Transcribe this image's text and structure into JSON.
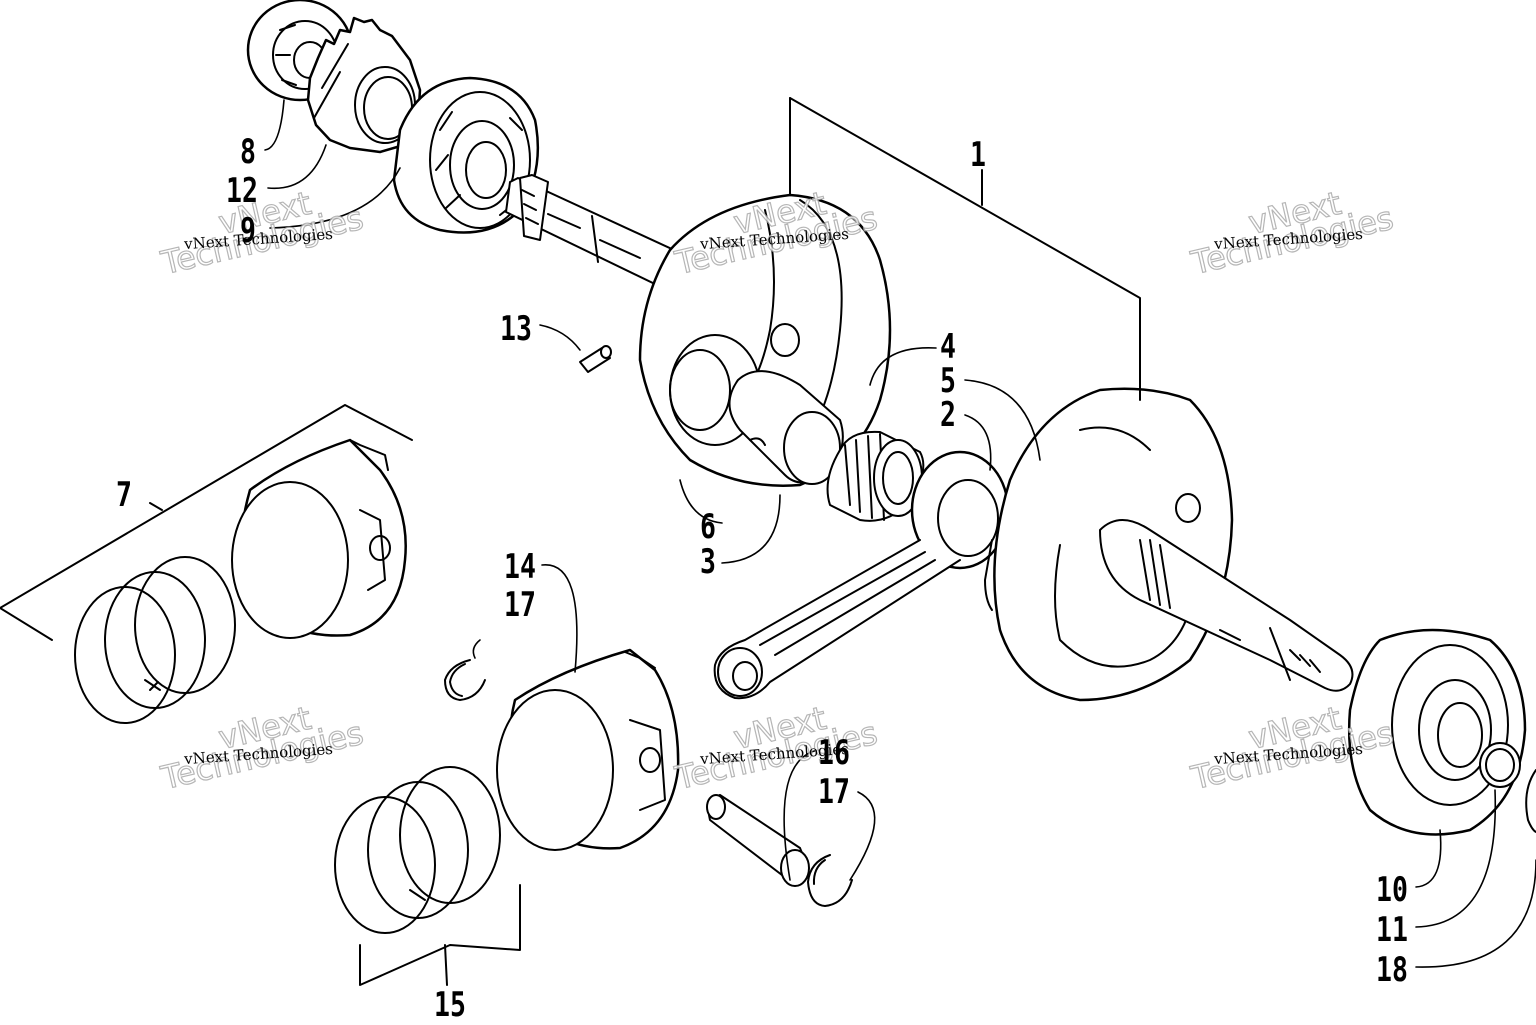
{
  "watermark": {
    "line1": "vNext Technologies",
    "big_top": "vNext",
    "big_bottom": "Technologies"
  },
  "labels": {
    "l1": "1",
    "l2": "2",
    "l3": "3",
    "l4": "4",
    "l5": "5",
    "l6": "6",
    "l7": "7",
    "l8": "8",
    "l9": "9",
    "l10": "10",
    "l11": "11",
    "l12": "12",
    "l13": "13",
    "l14": "14",
    "l15": "15",
    "l16": "16",
    "l17a": "17",
    "l17b": "17",
    "l18": "18"
  }
}
